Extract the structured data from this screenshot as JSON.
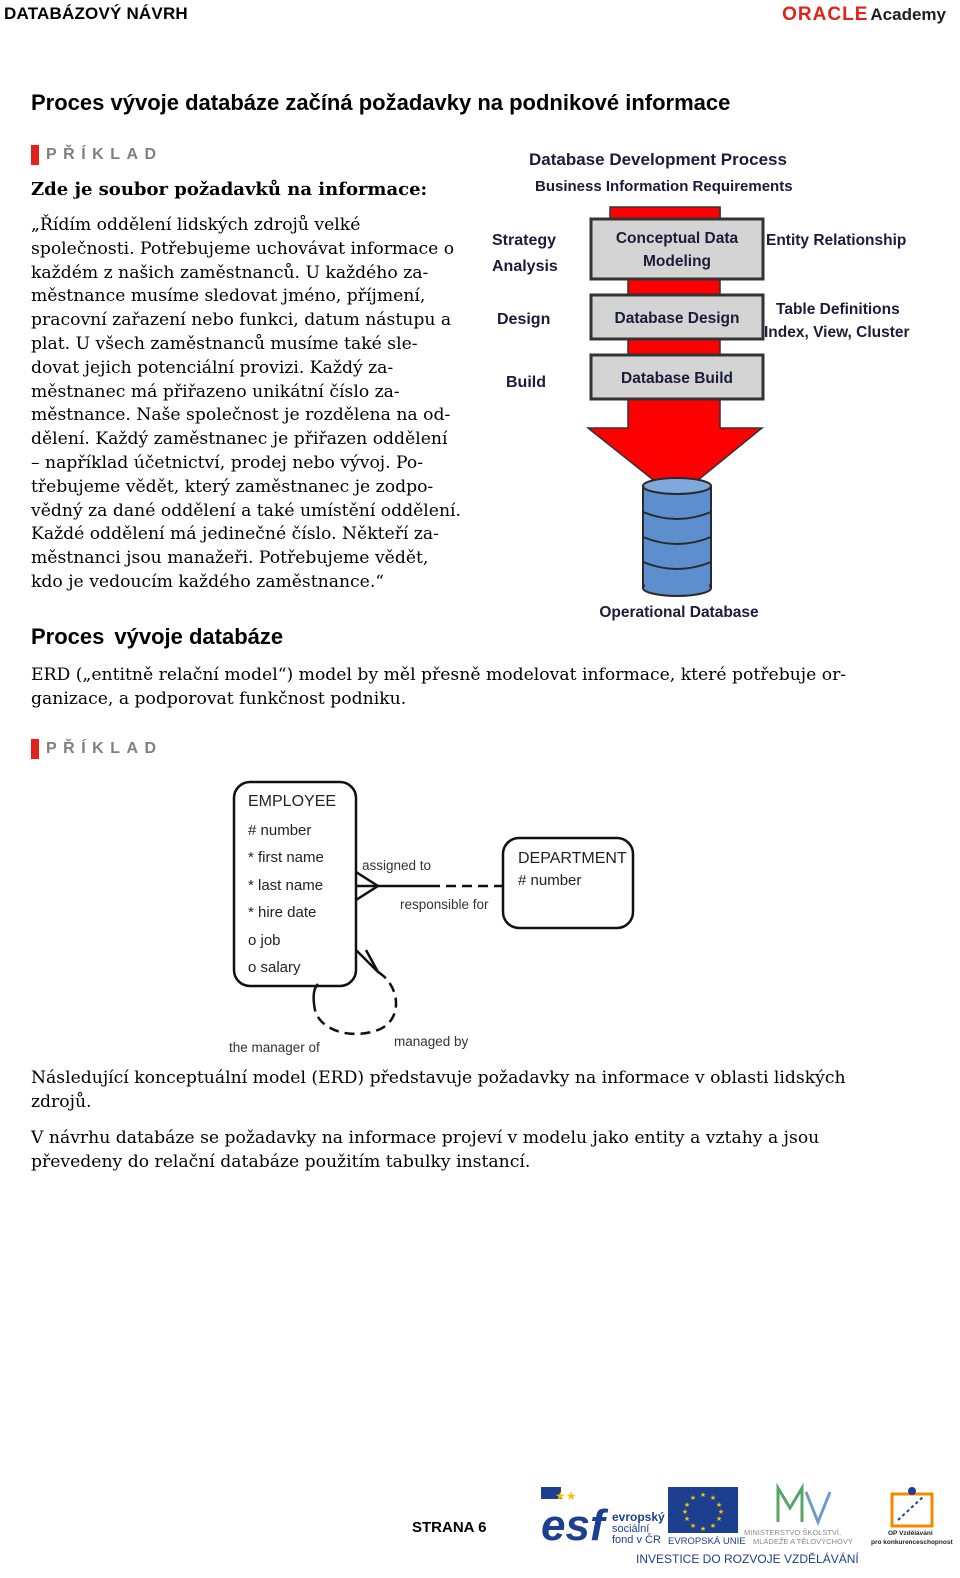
{
  "header": {
    "course_title": "DATABÁZOVÝ NÁVRH",
    "logo_oracle": "ORACLE",
    "logo_academy": "Academy"
  },
  "page_title": "Proces vývoje databáze začíná požadavky na podnikové informace",
  "example_label": "PŘÍKLAD",
  "example1": {
    "heading": "Zde je soubor požadavků na informace:",
    "lines": [
      "„Řídím oddělení lidských zdrojů velké",
      "společnosti. Potřebujeme uchovávat informace o",
      "každém z našich zaměstnanců. U každého za-",
      "městnance musíme sledovat jméno, příjmení,",
      "pracovní zařazení nebo funkci, datum nástupu a",
      "plat. U všech zaměstnanců musíme také sle-",
      "dovat jejich potenciální provizi. Každý za-",
      "městnanec má přiřazeno unikátní číslo za-",
      "městnance. Naše společnost je rozdělena na od-",
      "dělení. Každý zaměstnanec je přiřazen oddělení",
      "– například účetnictví, prodej nebo vývoj. Po-",
      "třebujeme vědět, který zaměstnanec je zodpo-",
      "vědný za dané oddělení a také umístění oddělení.",
      "Každé oddělení má jedinečné číslo. Někteří za-",
      "městnanci jsou manažeři. Potřebujeme vědět,",
      "kdo je vedoucím každého zaměstnance.“"
    ]
  },
  "process_diagram": {
    "title": "Database Development Process",
    "subtitle": "Business Information Requirements",
    "phases": [
      "Strategy",
      "Analysis",
      "Design",
      "Build"
    ],
    "boxes": [
      "Conceptual Data",
      "Modeling",
      "Database Design",
      "Database Build"
    ],
    "outputs": [
      "Entity Relationship",
      "Table Definitions",
      "Index, View, Cluster"
    ],
    "database_label": "Operational Database",
    "colors": {
      "arrow": "#ff0000",
      "box": "#d4d4d4",
      "db": "#5d8fcf"
    }
  },
  "section2": {
    "title_words": [
      "Proces",
      "vývoje databáze"
    ],
    "lines": [
      "ERD („entitně relační model“) model by měl přesně modelovat  informace, které potřebuje or-",
      "ganizace, a podporovat funkčnost podniku."
    ]
  },
  "erd": {
    "employee": {
      "name": "EMPLOYEE",
      "attributes": [
        "# number",
        "* first name",
        "* last name",
        "* hire date",
        "o job",
        "o salary"
      ]
    },
    "department": {
      "name": "DEPARTMENT",
      "attributes": [
        "# number"
      ]
    },
    "relationship_labels": [
      "assigned to",
      "responsible for",
      "the manager of",
      "managed by"
    ]
  },
  "paragraph3": [
    "Následující konceptuální model (ERD) představuje požadavky na informace v oblasti lidských",
    "zdrojů."
  ],
  "paragraph4": [
    "V návrhu databáze se požadavky na informace projeví v modelu jako entity a  vztahy a jsou",
    "převedeny do relační databáze použitím tabulky instancí."
  ],
  "footer": {
    "page": "STRANA 6",
    "esf_text": [
      "evropský",
      "sociální",
      "fond v ČR"
    ],
    "eu_text": "EVROPSKÁ UNIE",
    "msmt_text": [
      "MINISTERSTVO ŠKOLSTVÍ,",
      "MLÁDEŽE A TĚLOVÝCHOVY"
    ],
    "op_text": [
      "OP Vzdělávání",
      "pro konkurenceschopnost"
    ],
    "investment": "INVESTICE DO ROZVOJE VZDĚLÁVÁNÍ"
  }
}
